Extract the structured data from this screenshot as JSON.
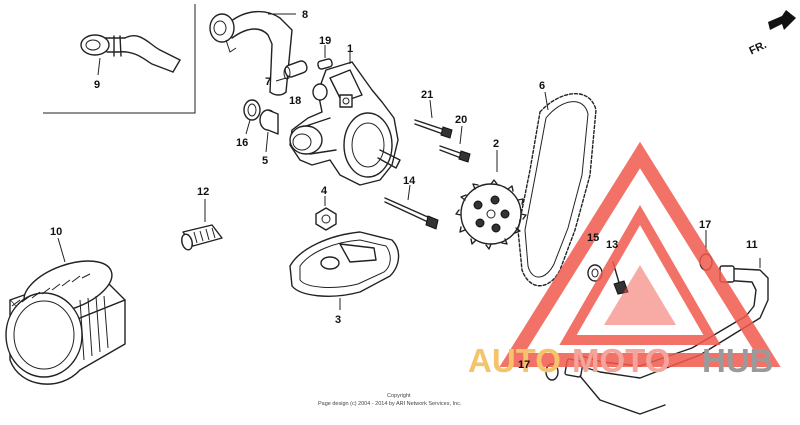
{
  "direction_indicator": "FR.",
  "callouts": {
    "c1": "1",
    "c2": "2",
    "c3": "3",
    "c4": "4",
    "c5": "5",
    "c6": "6",
    "c7": "7",
    "c8": "8",
    "c9": "9",
    "c10": "10",
    "c11": "11",
    "c12": "12",
    "c13": "13",
    "c14": "14",
    "c15": "15",
    "c16": "16",
    "c17a": "17",
    "c17b": "17",
    "c18": "18",
    "c19": "19",
    "c20": "20",
    "c21": "21"
  },
  "copyright": {
    "line1": "Copyright",
    "line2": "Page design (c) 2004 - 2014 by ARI Network Services, Inc."
  },
  "watermark": {
    "part1": "AUTO",
    "part2": "MOTO",
    "part3": "HUB",
    "colors": {
      "auto": "#f5c36a",
      "moto": "#f4a49a",
      "hub": "#9a9a9a",
      "logo": "#f15a4e"
    }
  }
}
